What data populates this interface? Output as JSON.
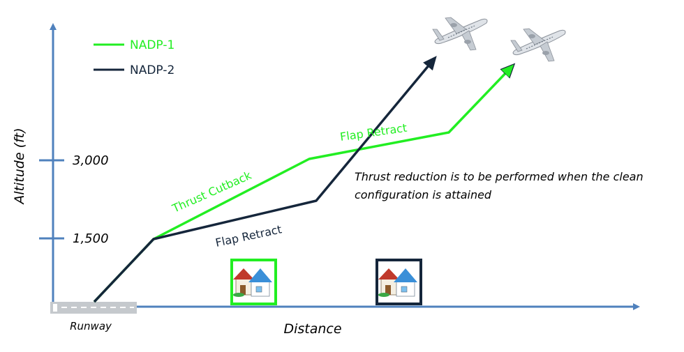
{
  "diagram": {
    "legend": [
      {
        "label": "NADP-1",
        "color": "#22ee22"
      },
      {
        "label": "NADP-2",
        "color": "#15263b"
      }
    ],
    "y_axis_label": "Altitude (ft)",
    "x_axis_label": "Distance",
    "y_ticks": [
      "3,000",
      "1,500"
    ],
    "runway_label": "Runway",
    "annotations": {
      "nadp1_thrust_cutback": "Thrust Cutback",
      "nadp1_flap_retract": "Flap Retract",
      "nadp2_flap_retract": "Flap Retract"
    },
    "note_lines": [
      "Thrust reduction is to be performed when the clean",
      "configuration is attained"
    ],
    "axis_color": "#4f81bd",
    "house_frames": [
      {
        "color": "#22ee22"
      },
      {
        "color": "#15263b"
      }
    ],
    "icons": [
      "airplane-icon",
      "airplane-icon",
      "house-icon",
      "house-icon"
    ]
  }
}
